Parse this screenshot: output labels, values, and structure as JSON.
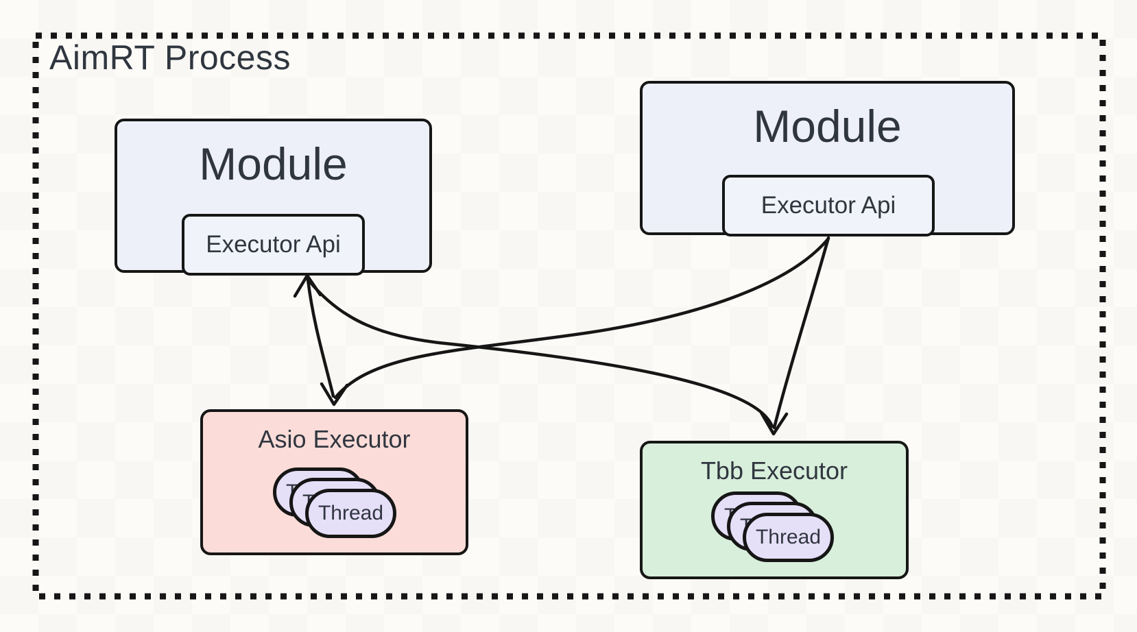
{
  "process": {
    "title": "AimRT Process"
  },
  "modules": {
    "left": {
      "title": "Module",
      "api_label": "Executor Api"
    },
    "right": {
      "title": "Module",
      "api_label": "Executor Api"
    }
  },
  "executors": {
    "asio": {
      "title": "Asio Executor",
      "threads": [
        "Thread",
        "Thread",
        "Thread"
      ]
    },
    "tbb": {
      "title": "Tbb Executor",
      "threads": [
        "Thread",
        "Thread",
        "Thread"
      ]
    }
  },
  "arrows": [
    {
      "from": "module-right-executor-api",
      "to": "asio-executor",
      "head": "down-into-asio"
    },
    {
      "from": "module-left-executor-api",
      "to": "tbb-executor",
      "head": "down-into-tbb"
    },
    {
      "from": "asio-executor",
      "to": "module-left-executor-api",
      "head": "up-into-left-api"
    },
    {
      "from": "module-right-executor-api",
      "to": "tbb-executor",
      "head": "shared-with-tbb-arrow"
    }
  ],
  "colors": {
    "background": "#fcfbf7",
    "module_fill": "#edf0f8",
    "api_fill": "#f0f3fa",
    "asio_fill": "#fbdcd8",
    "tbb_fill": "#d8efdb",
    "thread_fill": "#e6dff8",
    "stroke": "#161616",
    "text": "#30363f"
  }
}
